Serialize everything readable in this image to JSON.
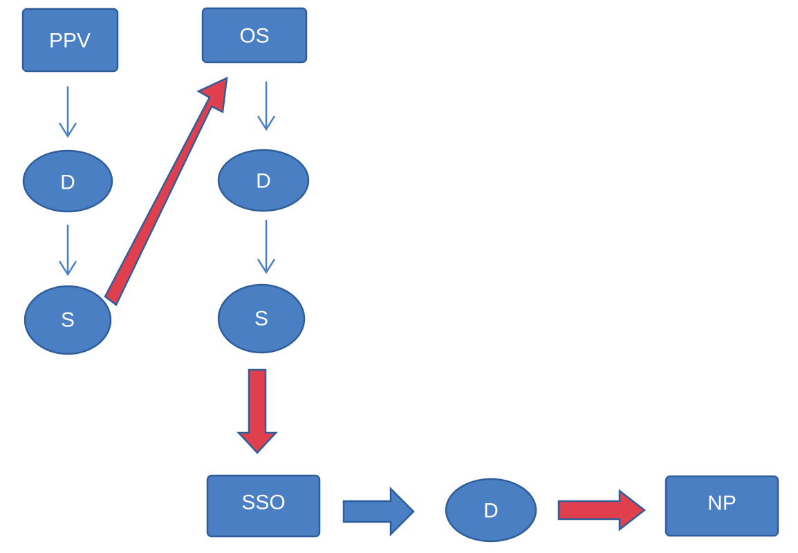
{
  "colors": {
    "node_fill": "#4A7FC4",
    "node_stroke": "#2F5D9A",
    "thin_arrow": "#4A7FC4",
    "red_arrow_fill": "#E0404E",
    "red_arrow_stroke": "#2F5D9A",
    "blue_arrow_fill": "#4A7FC4",
    "blue_arrow_stroke": "#2F5D9A"
  },
  "nodes": {
    "ppv": "PPV",
    "d1": "D",
    "s1": "S",
    "os": "OS",
    "d2": "D",
    "s2": "S",
    "sso": "SSO",
    "d3": "D",
    "np": "NP"
  }
}
